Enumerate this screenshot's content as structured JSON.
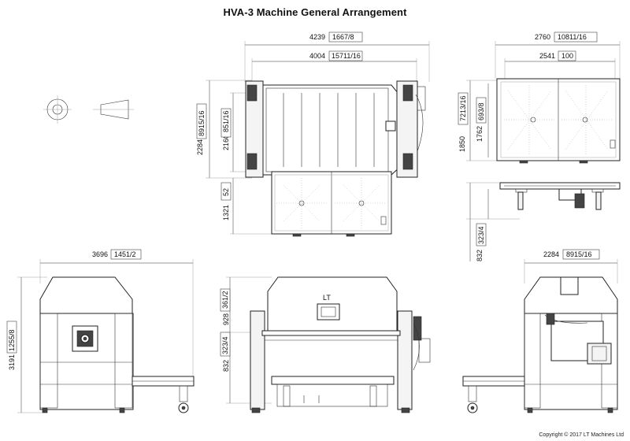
{
  "title": "HVA-3 Machine General Arrangement",
  "copyright": "Copyright  © 2017 LT Machines Ltd",
  "dimensions": {
    "plan_width_mm": "4239",
    "plan_width_in": "1667/8",
    "plan_inner_mm": "4004",
    "plan_inner_in": "15711/16",
    "plan_depth_mm": "2284",
    "plan_depth_in": "8915/16",
    "plan_frame_mm": "2160",
    "plan_frame_in": "851/16",
    "plan_table_mm": "1321",
    "plan_table_in": "52",
    "top_width_mm": "2760",
    "top_width_in": "10811/16",
    "top_inner_mm": "2541",
    "top_inner_in": "100",
    "top_depth_mm": "1850",
    "top_depth_in": "7213/16",
    "top_inner_depth_mm": "1762",
    "top_inner_depth_in": "693/8",
    "side_height_mm": "832",
    "side_height_in": "323/4",
    "left_width_mm": "3696",
    "left_width_in": "1451/2",
    "left_height_mm": "3191",
    "left_height_in": "1255/8",
    "front_top_mm": "928",
    "front_top_in": "361/2",
    "front_height_mm": "832",
    "front_height_in": "323/4",
    "right_width_mm": "2284",
    "right_width_in": "8915/16"
  },
  "labels": {
    "lt_badge": "LT"
  }
}
